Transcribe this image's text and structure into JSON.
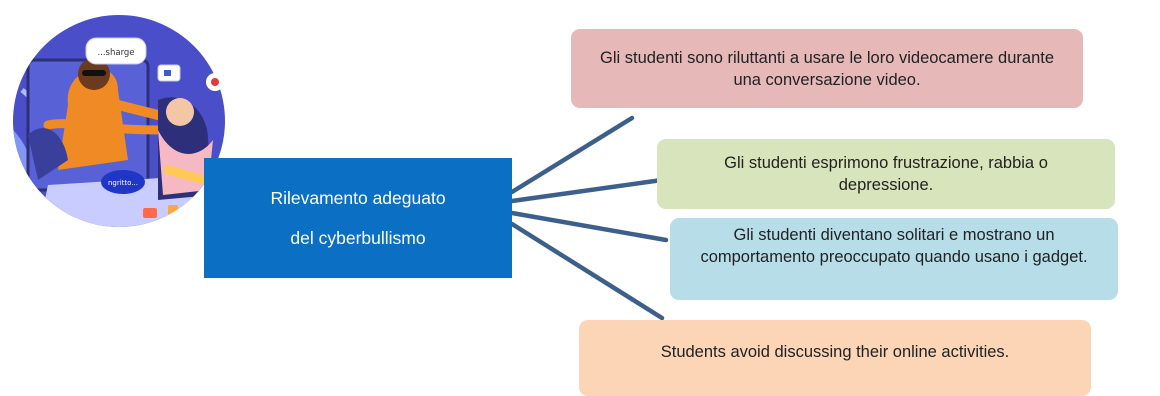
{
  "center": {
    "line1": "Rilevamento adeguato",
    "line2": "del cyberbullismo"
  },
  "branches": [
    {
      "text": "Gli studenti sono riluttanti a usare le loro videocamere durante una conversazione video.",
      "color": "#e7b8b8"
    },
    {
      "text": "Gli studenti esprimono frustrazione, rabbia o depressione.",
      "color": "#d8e4bb"
    },
    {
      "text": "Gli studenti diventano solitari e mostrano un comportamento preoccupato quando usano i gadget.",
      "color": "#b7dde8"
    },
    {
      "text": "Students avoid discussing their online activities.",
      "color": "#fbd5b5"
    }
  ],
  "illustration": {
    "speech_bubble": "...sharge",
    "screen_bubble": "ngritto...",
    "icon": "cyberbullying-illustration"
  },
  "colors": {
    "center_fill": "#0b6fc4",
    "connector": "#3d5f8c",
    "accent_blob": "#4a4fc9"
  }
}
